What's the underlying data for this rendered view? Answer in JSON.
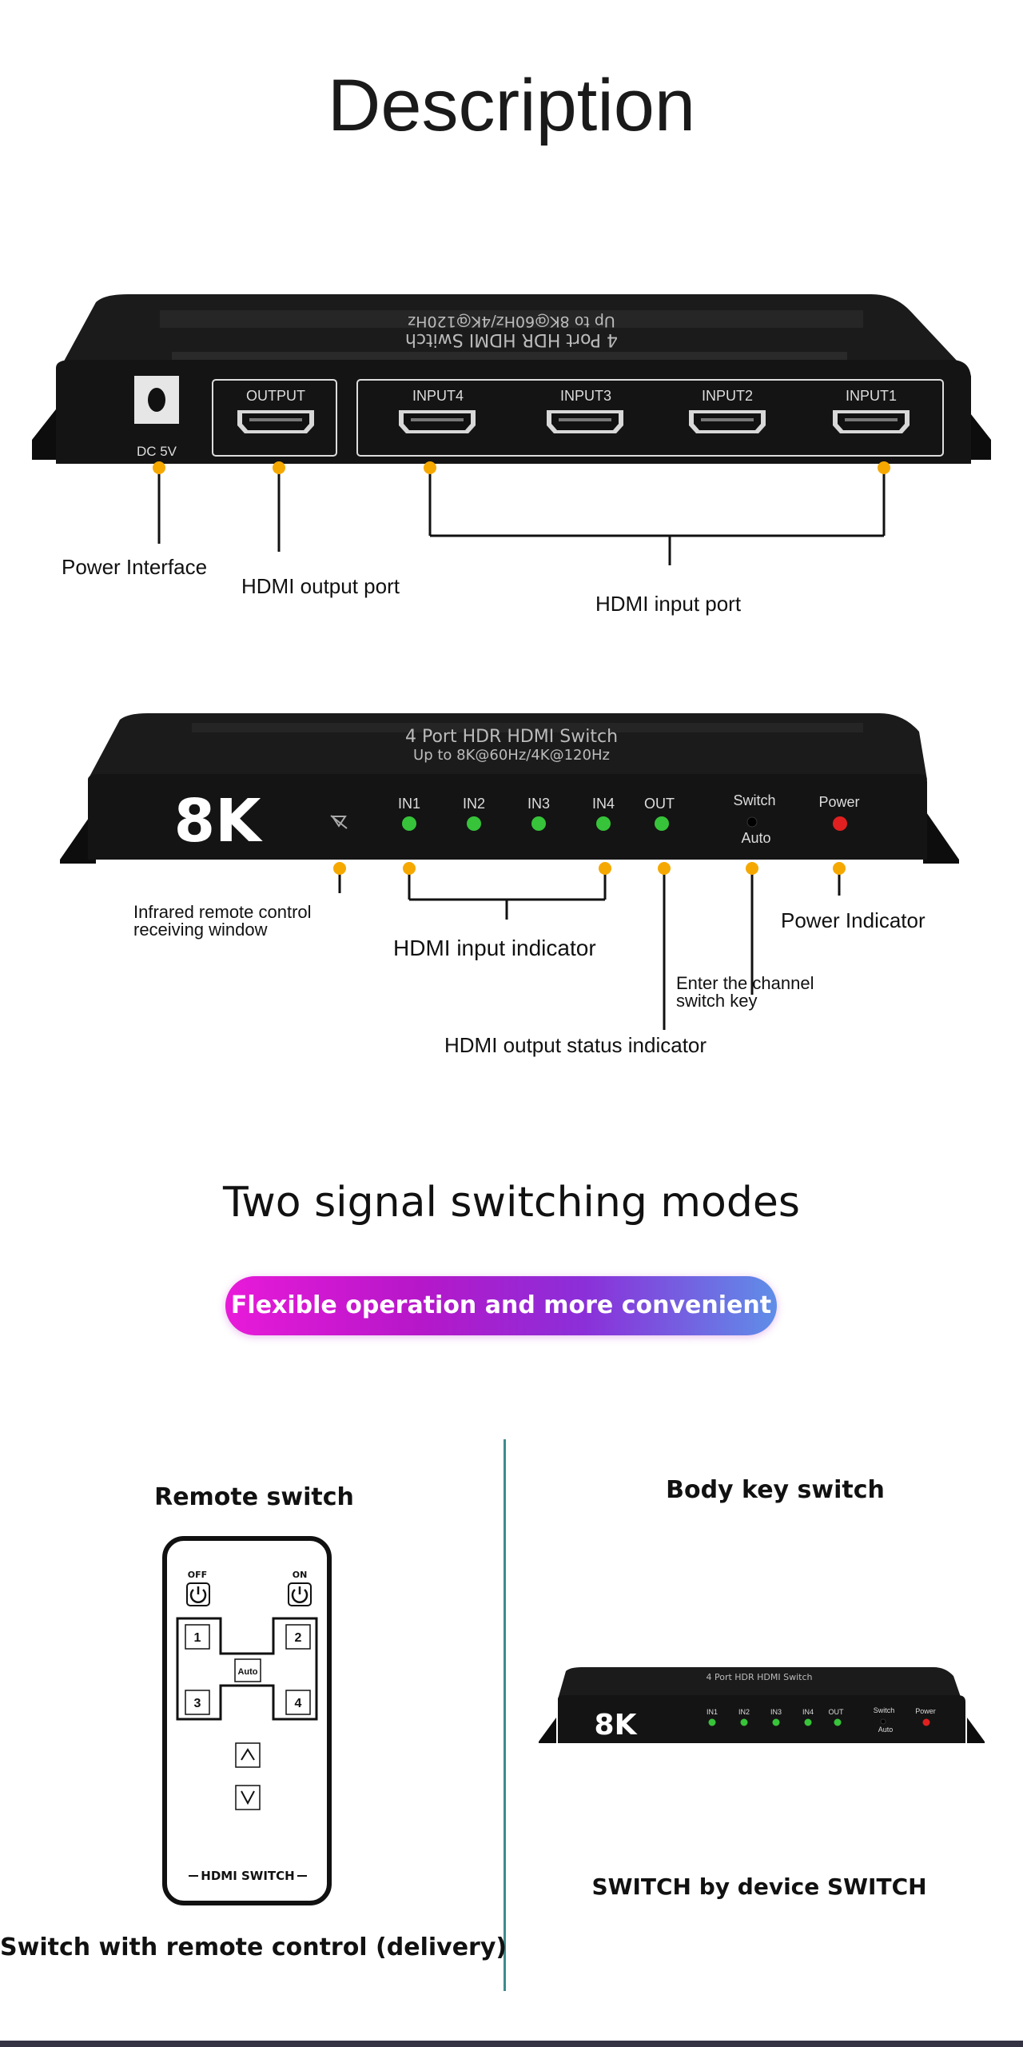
{
  "title": "Description",
  "back_panel": {
    "top_text_line1": "4 Port HDR HDMI Switch",
    "top_text_line2": "Up to 8K@60Hz/4K@120Hz",
    "dc_label": "DC 5V",
    "output_label": "OUTPUT",
    "inputs": [
      "INPUT4",
      "INPUT3",
      "INPUT2",
      "INPUT1"
    ],
    "callouts": {
      "power": "Power Interface",
      "hdmi_output": "HDMI output port",
      "hdmi_input": "HDMI input port"
    }
  },
  "front_panel": {
    "top_text_line1": "4 Port HDR HDMI Switch",
    "top_text_line2": "Up to 8K@60Hz/4K@120Hz",
    "badge": "8K",
    "leds": [
      "IN1",
      "IN2",
      "IN3",
      "IN4",
      "OUT"
    ],
    "switch_label": "Switch",
    "auto_label": "Auto",
    "power_label": "Power",
    "callouts": {
      "ir_line1": "Infrared remote control",
      "ir_line2": "receiving window",
      "input_indicator": "HDMI input indicator",
      "power_indicator": "Power Indicator",
      "channel_key_line1": "Enter the channel",
      "channel_key_line2": "switch key",
      "output_status": "HDMI output status indicator"
    }
  },
  "modes": {
    "heading": "Two signal switching modes",
    "pill": "Flexible operation and more convenient use",
    "remote": {
      "heading": "Remote switch",
      "off": "OFF",
      "on": "ON",
      "keys": [
        "1",
        "2",
        "3",
        "4"
      ],
      "auto": "Auto",
      "up": "^",
      "down": "V",
      "brand": "HDMI SWITCH",
      "caption": "Switch with remote control (delivery)"
    },
    "body": {
      "heading": "Body key switch",
      "badge": "8K",
      "leds": [
        "IN1",
        "IN2",
        "IN3",
        "IN4",
        "OUT"
      ],
      "switch_label": "Switch",
      "auto_label": "Auto",
      "power_label": "Power",
      "caption": "SWITCH by device SWITCH"
    }
  },
  "colors": {
    "callout_dot": "#f5a800",
    "led_green": "#37c43a",
    "led_red": "#e02020",
    "device_body": "#1c1c1c",
    "divider": "#3e8b8d"
  }
}
